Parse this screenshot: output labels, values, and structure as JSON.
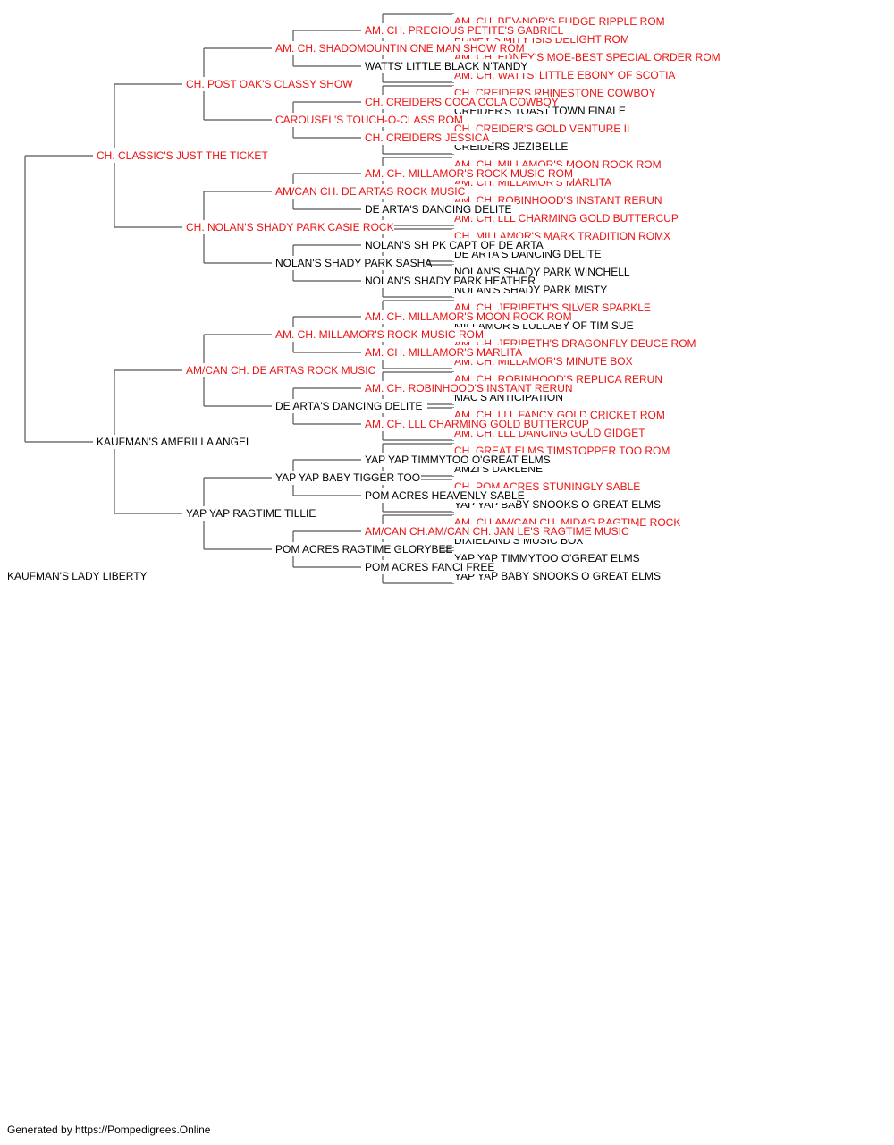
{
  "colors": {
    "champion": "#ee1111",
    "normal": "#000000",
    "line": "#555555"
  },
  "root": {
    "name": "KAUFMAN'S LADY LIBERTY",
    "ch": false,
    "sire": {
      "name": "CH. CLASSIC'S JUST THE TICKET",
      "ch": true,
      "sire": {
        "name": "CH. POST OAK'S CLASSY SHOW",
        "ch": true,
        "sire": {
          "name": "AM. CH. SHADOMOUNTIN ONE MAN SHOW ROM",
          "ch": true,
          "sire": {
            "name": "AM. CH. PRECIOUS PETITE'S GABRIEL",
            "ch": true,
            "sire": {
              "name": "AM. CH. BEV-NOR'S FUDGE RIPPLE ROM",
              "ch": true
            },
            "dam": {
              "name": "EDNEY'S MITY ISIS DELIGHT ROM",
              "ch": true
            }
          },
          "dam": {
            "name": "WATTS' LITTLE BLACK N'TANDY",
            "ch": false,
            "sire": {
              "name": "AM. CH. EDNEY'S MOE-BEST SPECIAL ORDER ROM",
              "ch": true
            },
            "dam": {
              "name": "AM. CH. WATTS' LITTLE EBONY OF SCOTIA",
              "ch": true
            }
          }
        },
        "dam": {
          "name": "CAROUSEL'S TOUCH-O-CLASS ROM",
          "ch": true,
          "sire": {
            "name": "CH. CREIDERS COCA COLA COWBOY",
            "ch": true,
            "sire": {
              "name": "CH. CREIDERS RHINESTONE COWBOY",
              "ch": true
            },
            "dam": {
              "name": "CREIDER'S TOAST TOWN FINALE",
              "ch": false
            }
          },
          "dam": {
            "name": "CH. CREIDERS JESSICA",
            "ch": true,
            "sire": {
              "name": "CH. CREIDER'S GOLD VENTURE II",
              "ch": true
            },
            "dam": {
              "name": "CREIDERS JEZIBELLE",
              "ch": false
            }
          }
        }
      },
      "dam": {
        "name": "CH. NOLAN'S SHADY PARK CASIE ROCK",
        "ch": true,
        "sire": {
          "name": "AM/CAN CH. DE ARTAS ROCK MUSIC",
          "ch": true,
          "sire": {
            "name": "AM. CH. MILLAMOR'S ROCK MUSIC ROM",
            "ch": true,
            "sire": {
              "name": "AM. CH. MILLAMOR'S MOON ROCK ROM",
              "ch": true
            },
            "dam": {
              "name": "AM. CH. MILLAMOR'S MARLITA",
              "ch": true
            }
          },
          "dam": {
            "name": "DE ARTA'S DANCING DELITE",
            "ch": false,
            "sire": {
              "name": "AM. CH. ROBINHOOD'S INSTANT RERUN",
              "ch": true
            },
            "dam": {
              "name": "AM. CH. LLL CHARMING GOLD BUTTERCUP",
              "ch": true
            }
          }
        },
        "dam": {
          "name": "NOLAN'S SHADY PARK SASHA",
          "ch": false,
          "sire": {
            "name": "NOLAN'S SH PK CAPT OF DE ARTA",
            "ch": false,
            "sire": {
              "name": "CH. MILLAMOR'S MARK TRADITION ROMX",
              "ch": true
            },
            "dam": {
              "name": "DE ARTA'S DANCING DELITE",
              "ch": false
            }
          },
          "dam": {
            "name": "NOLAN'S SHADY PARK HEATHER",
            "ch": false,
            "sire": {
              "name": "NOLAN'S SHADY PARK WINCHELL",
              "ch": false
            },
            "dam": {
              "name": "NOLAN'S SHADY PARK MISTY",
              "ch": false
            }
          }
        }
      }
    },
    "dam": {
      "name": "KAUFMAN'S AMERILLA ANGEL",
      "ch": false,
      "sire": {
        "name": "AM/CAN CH. DE ARTAS ROCK MUSIC",
        "ch": true,
        "sire": {
          "name": "AM. CH. MILLAMOR'S ROCK MUSIC ROM",
          "ch": true,
          "sire": {
            "name": "AM. CH. MILLAMOR'S MOON ROCK ROM",
            "ch": true,
            "sire": {
              "name": "AM. CH. JERIBETH'S SILVER SPARKLE",
              "ch": true
            },
            "dam": {
              "name": "MILLAMOR'S LULLABY OF TIM SUE",
              "ch": false
            }
          },
          "dam": {
            "name": "AM. CH. MILLAMOR'S MARLITA",
            "ch": true,
            "sire": {
              "name": "AM. CH. JERIBETH'S DRAGONFLY DEUCE ROM",
              "ch": true
            },
            "dam": {
              "name": "AM. CH. MILLAMOR'S MINUTE BOX",
              "ch": true
            }
          }
        },
        "dam": {
          "name": "DE ARTA'S DANCING DELITE",
          "ch": false,
          "sire": {
            "name": "AM. CH. ROBINHOOD'S INSTANT RERUN",
            "ch": true,
            "sire": {
              "name": "AM. CH. ROBINHOOD'S REPLICA RERUN",
              "ch": true
            },
            "dam": {
              "name": "MAC'S ANTICIPATION",
              "ch": false
            }
          },
          "dam": {
            "name": "AM. CH. LLL CHARMING GOLD BUTTERCUP",
            "ch": true,
            "sire": {
              "name": "AM. CH. LLL FANCY GOLD CRICKET ROM",
              "ch": true
            },
            "dam": {
              "name": "AM. CH. LLL DANCING GOLD GIDGET",
              "ch": true
            }
          }
        }
      },
      "dam": {
        "name": "YAP YAP RAGTIME TILLIE",
        "ch": false,
        "sire": {
          "name": "YAP YAP BABY TIGGER TOO",
          "ch": false,
          "sire": {
            "name": "YAP YAP TIMMYTOO O'GREAT ELMS",
            "ch": false,
            "sire": {
              "name": "CH. GREAT ELMS TIMSTOPPER TOO ROM",
              "ch": true
            },
            "dam": {
              "name": "AMZI'S DARLENE",
              "ch": false
            }
          },
          "dam": {
            "name": "POM ACRES HEAVENLY SABLE",
            "ch": false,
            "sire": {
              "name": "CH. POM ACRES STUNINGLY SABLE",
              "ch": true
            },
            "dam": {
              "name": "YAP YAP BABY SNOOKS O GREAT ELMS",
              "ch": false
            }
          }
        },
        "dam": {
          "name": "POM ACRES RAGTIME GLORYBEE",
          "ch": false,
          "sire": {
            "name": "AM/CAN CH.AM/CAN CH. JAN LE'S RAGTIME MUSIC",
            "ch": true,
            "sire": {
              "name": "AM. CH.AM/CAN CH. MIDAS RAGTIME ROCK",
              "ch": true
            },
            "dam": {
              "name": "DIXIELAND'S MUSIC BOX",
              "ch": false
            }
          },
          "dam": {
            "name": "POM ACRES FANCI FREE",
            "ch": false,
            "sire": {
              "name": "YAP YAP TIMMYTOO O'GREAT ELMS",
              "ch": false
            },
            "dam": {
              "name": "YAP YAP BABY SNOOKS O GREAT ELMS",
              "ch": false
            }
          }
        }
      }
    }
  },
  "footer": "Generated by https://Pompedigrees.Online"
}
